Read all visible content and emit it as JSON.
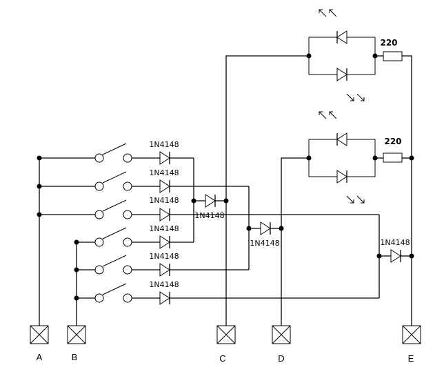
{
  "diagram": {
    "terminals": [
      "A",
      "B",
      "C",
      "D",
      "E"
    ],
    "diode_part": "1N4148",
    "resistor_value": "220"
  }
}
